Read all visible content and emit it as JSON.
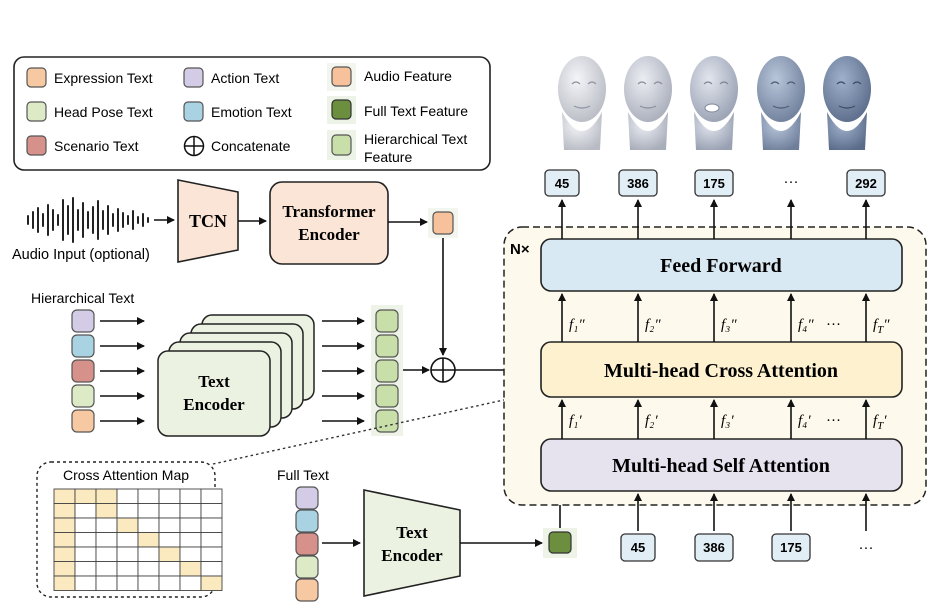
{
  "legend": {
    "items": [
      {
        "key": "expression",
        "label": "Expression Text",
        "color": "#f7c9a3"
      },
      {
        "key": "action",
        "label": "Action Text",
        "color": "#d4cce6"
      },
      {
        "key": "audio_feature",
        "label": "Audio Feature",
        "color": "#f7c29b"
      },
      {
        "key": "head_pose",
        "label": "Head Pose Text",
        "color": "#dcebc6"
      },
      {
        "key": "emotion",
        "label": "Emotion Text",
        "color": "#a9d3e3"
      },
      {
        "key": "full_text_feature",
        "label": "Full Text Feature",
        "color": "#6b8e3f"
      },
      {
        "key": "scenario",
        "label": "Scenario Text",
        "color": "#d6918b"
      },
      {
        "key": "concatenate",
        "label": "Concatenate",
        "icon": "circle-plus-icon"
      },
      {
        "key": "hierarchical_feature_1",
        "label": "Hierarchical Text",
        "color": "#c9dfaa"
      },
      {
        "key": "hierarchical_feature_2",
        "label": "Feature"
      }
    ]
  },
  "audio": {
    "input_label": "Audio Input (optional)",
    "tcn_label": "TCN",
    "transformer_line1": "Transformer",
    "transformer_line2": "Encoder"
  },
  "hierarchical": {
    "label": "Hierarchical Text",
    "encoder_line1": "Text",
    "encoder_line2": "Encoder"
  },
  "cross_attention_map": {
    "title": "Cross Attention Map",
    "rows": 7,
    "cols": 8,
    "highlighted": [
      [
        0,
        0
      ],
      [
        0,
        1
      ],
      [
        0,
        2
      ],
      [
        1,
        0
      ],
      [
        1,
        2
      ],
      [
        2,
        0
      ],
      [
        2,
        3
      ],
      [
        3,
        0
      ],
      [
        3,
        4
      ],
      [
        4,
        0
      ],
      [
        4,
        5
      ],
      [
        5,
        0
      ],
      [
        5,
        6
      ],
      [
        6,
        0
      ],
      [
        6,
        7
      ]
    ],
    "highlight_color": "#fbe9bf"
  },
  "full_text": {
    "label": "Full Text",
    "encoder_line1": "Text",
    "encoder_line2": "Encoder"
  },
  "transformer_block": {
    "repeat_label": "N×",
    "feed_forward": "Feed Forward",
    "cross_attention": "Multi-head Cross Attention",
    "self_attention": "Multi-head Self Attention"
  },
  "features_double_prime": [
    "f₁″",
    "f₂″",
    "f₃″",
    "f₄″",
    "···",
    "f_T″"
  ],
  "features_prime": [
    "f₁′",
    "f₂′",
    "f₃′",
    "f₄′",
    "···",
    "f_T′"
  ],
  "output_tokens": [
    "45",
    "386",
    "175",
    "···",
    "292"
  ],
  "input_tokens": [
    "45",
    "386",
    "175",
    "···"
  ],
  "colors": {
    "feed_forward_fill": "#d9e9f3",
    "cross_attention_fill": "#fdf1cf",
    "self_attention_fill": "#e6e3ef",
    "block_fill": "#fdf9ec",
    "token_fill": "#e1eef5",
    "transformer_fill": "#fbe5d6",
    "text_encoder_fill": "#ebf2e1"
  }
}
